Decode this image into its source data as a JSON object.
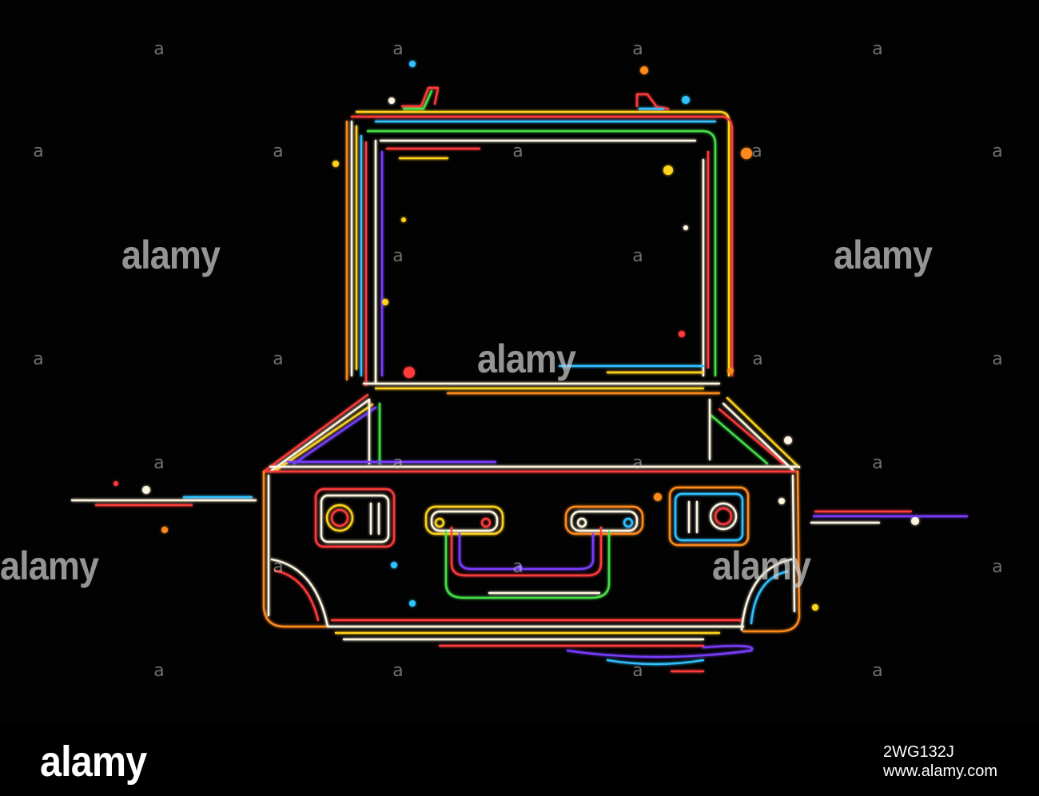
{
  "watermark": {
    "word": "alamy",
    "mark": "a"
  },
  "footer": {
    "logo": "alamy",
    "image_id": "2WG132J",
    "url": "www.alamy.com"
  },
  "illustration": {
    "subject": "open-suitcase",
    "colors": [
      "#ff3b3b",
      "#ffd21e",
      "#31c2ff",
      "#7a3cff",
      "#45e04a",
      "#ff8a1e",
      "#fff6e0"
    ]
  }
}
